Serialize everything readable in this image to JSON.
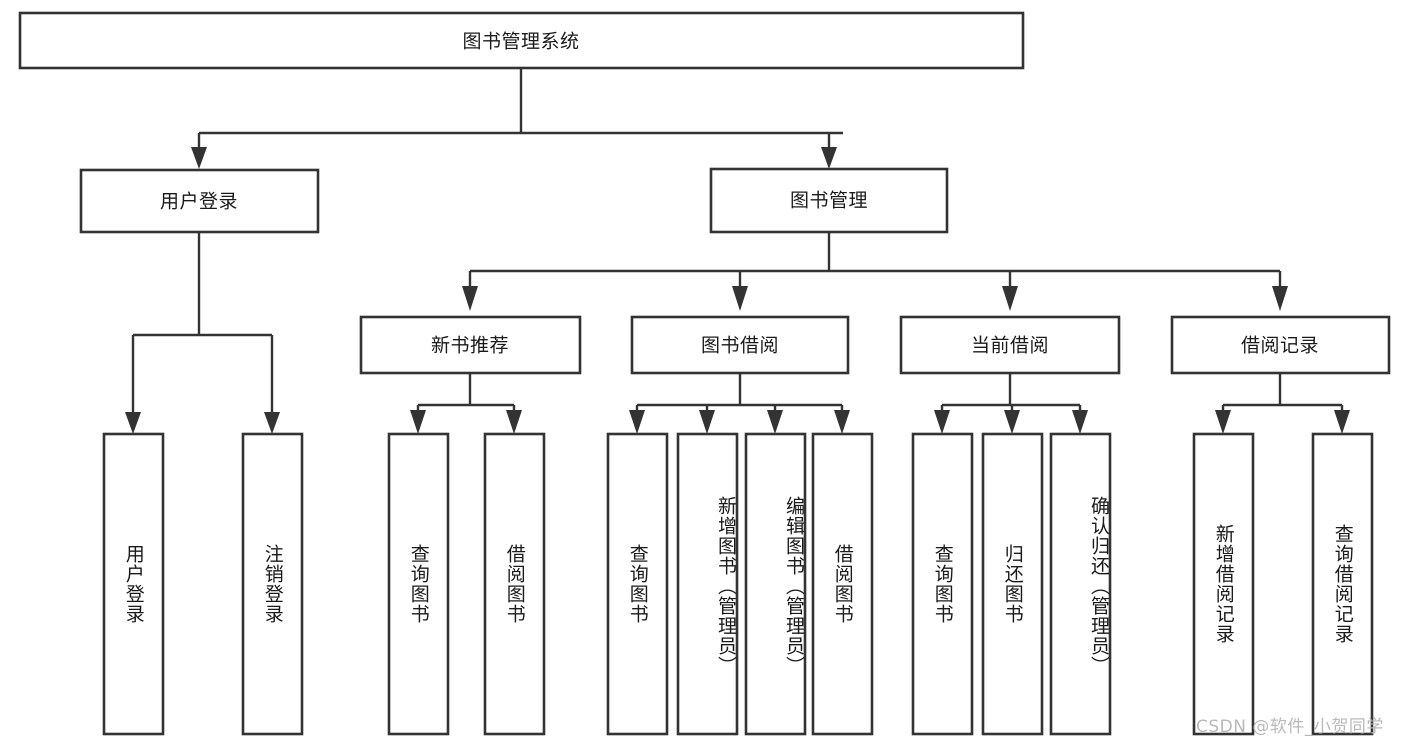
{
  "diagram": {
    "type": "tree",
    "title": "图书管理系统",
    "orientation": "top-down",
    "background_color": "#ffffff",
    "line_color": "#333333",
    "text_color": "#1a1a1a",
    "root": {
      "label": "图书管理系统",
      "level": 0
    },
    "level1": [
      {
        "label": "用户登录"
      },
      {
        "label": "图书管理"
      }
    ],
    "level2": [
      {
        "label": "新书推荐"
      },
      {
        "label": "图书借阅"
      },
      {
        "label": "当前借阅"
      },
      {
        "label": "借阅记录"
      }
    ],
    "leaves": {
      "user_login": [
        {
          "label": "用户登录"
        },
        {
          "label": "注销登录"
        }
      ],
      "new_book_recommend": [
        {
          "label": "查询图书"
        },
        {
          "label": "借阅图书"
        }
      ],
      "book_borrow": [
        {
          "label": "查询图书"
        },
        {
          "label": "新增图书（管理员）"
        },
        {
          "label": "编辑图书（管理员）"
        },
        {
          "label": "借阅图书"
        }
      ],
      "current_borrow": [
        {
          "label": "查询图书"
        },
        {
          "label": "归还图书"
        },
        {
          "label": "确认归还（管理员）"
        }
      ],
      "borrow_record": [
        {
          "label": "新增借阅记录"
        },
        {
          "label": "查询借阅记录"
        }
      ]
    }
  },
  "watermark": {
    "text": "CSDN @软件_小贺同学"
  }
}
